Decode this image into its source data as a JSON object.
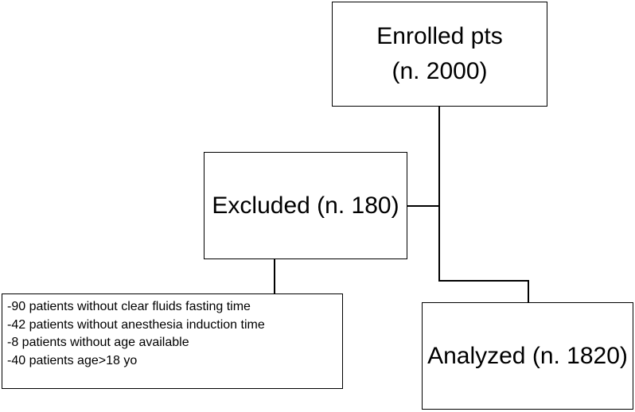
{
  "enrolled": {
    "title": "Enrolled pts",
    "count": "(n. 2000)"
  },
  "excluded": {
    "label": "Excluded (n. 180)"
  },
  "analyzed": {
    "label": "Analyzed (n. 1820)"
  },
  "exclusion_reasons": [
    "-90 patients without clear fluids fasting time",
    "-42 patients without anesthesia induction time",
    "-8 patients without age available",
    "-40 patients age>18 yo"
  ]
}
